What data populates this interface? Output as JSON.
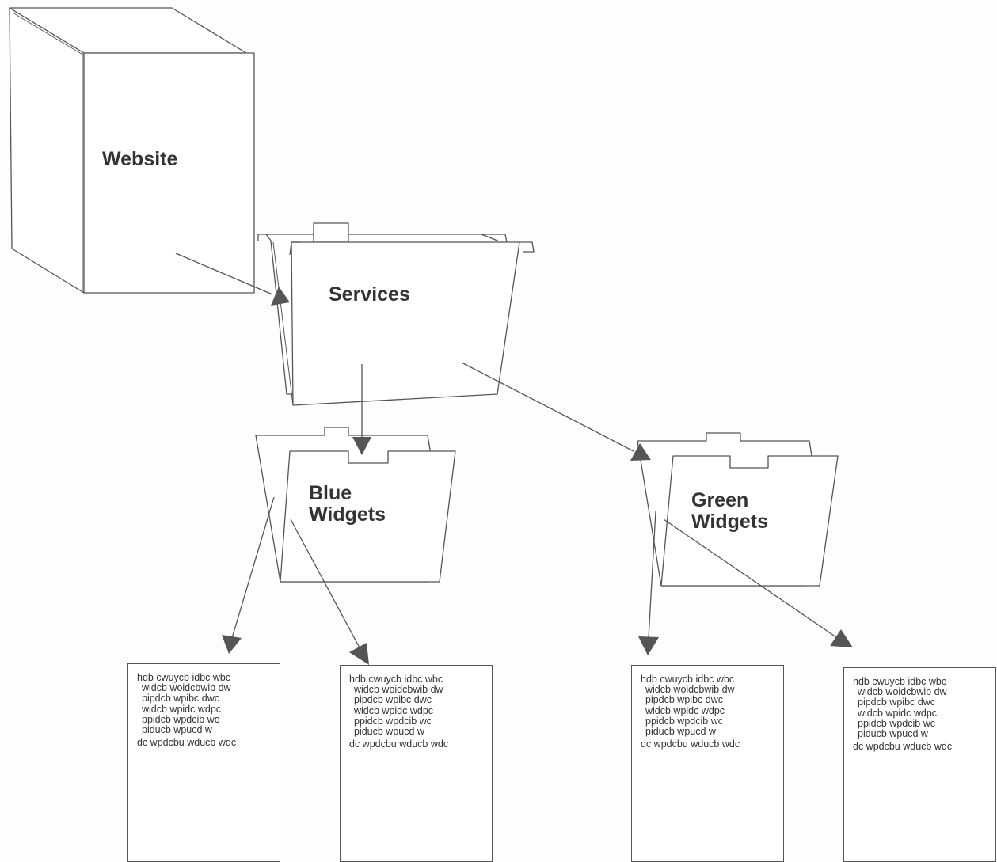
{
  "labels": {
    "website": "Website",
    "services": "Services",
    "blue_widgets": [
      "Blue",
      "Widgets"
    ],
    "green_widgets": [
      "Green",
      "Widgets"
    ]
  },
  "doc_lines": [
    "hdb cwuycb idbc wbc",
    "widcb woidcbwib dw",
    "pipdcb wpibc dwc",
    "widcb wpidc wdpc",
    "ppidcb wpdcib wc",
    "piducb wpucd w",
    "dc wpdcbu wducb wdc"
  ],
  "colors": {
    "line": "#555555",
    "arrowhead": "#555555",
    "text": "#333333",
    "background": "#fdfdfd"
  }
}
